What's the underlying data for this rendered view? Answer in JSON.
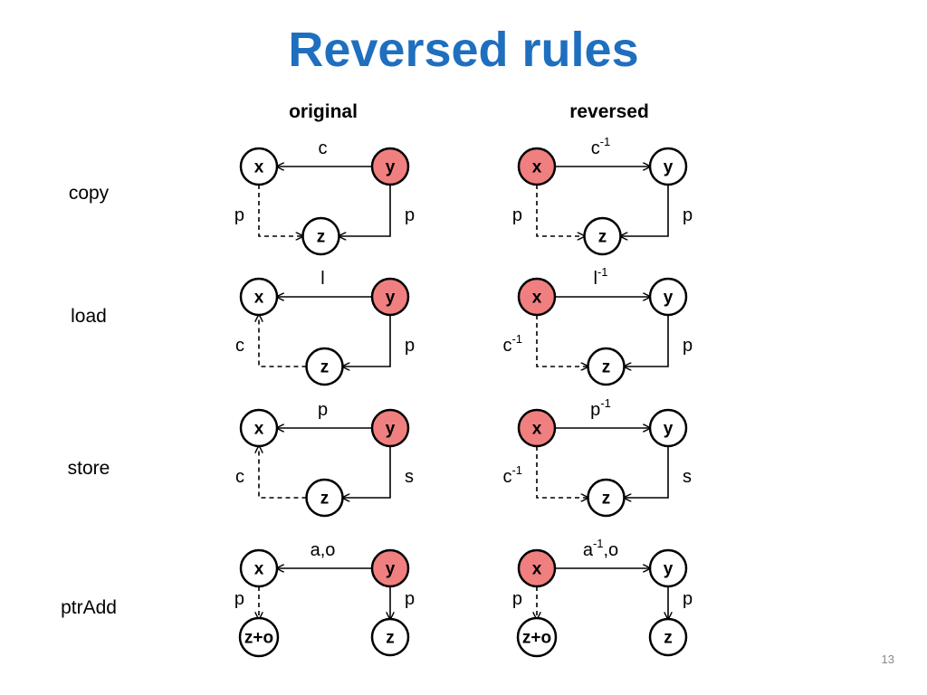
{
  "title": "Reversed rules",
  "columns": {
    "original": "original",
    "reversed": "reversed"
  },
  "rows": [
    {
      "label": "copy",
      "original": {
        "nodes": [
          {
            "id": "x",
            "text": "x",
            "highlighted": false
          },
          {
            "id": "y",
            "text": "y",
            "highlighted": true
          },
          {
            "id": "z",
            "text": "z",
            "highlighted": false
          }
        ],
        "edges": [
          {
            "from": "y",
            "to": "x",
            "label": "c",
            "sup": "",
            "style": "solid"
          },
          {
            "from": "y",
            "to": "z",
            "label": "p",
            "sup": "",
            "style": "solid"
          },
          {
            "from": "x",
            "to": "z",
            "label": "p",
            "sup": "",
            "style": "dashed"
          }
        ]
      },
      "reversed": {
        "nodes": [
          {
            "id": "x",
            "text": "x",
            "highlighted": true
          },
          {
            "id": "y",
            "text": "y",
            "highlighted": false
          },
          {
            "id": "z",
            "text": "z",
            "highlighted": false
          }
        ],
        "edges": [
          {
            "from": "x",
            "to": "y",
            "label": "c",
            "sup": "-1",
            "style": "solid"
          },
          {
            "from": "y",
            "to": "z",
            "label": "p",
            "sup": "",
            "style": "solid"
          },
          {
            "from": "x",
            "to": "z",
            "label": "p",
            "sup": "",
            "style": "dashed"
          }
        ]
      }
    },
    {
      "label": "load",
      "original": {
        "nodes": [
          {
            "id": "x",
            "text": "x",
            "highlighted": false
          },
          {
            "id": "y",
            "text": "y",
            "highlighted": true
          },
          {
            "id": "z",
            "text": "z",
            "highlighted": false
          }
        ],
        "edges": [
          {
            "from": "y",
            "to": "x",
            "label": "l",
            "sup": "",
            "style": "solid"
          },
          {
            "from": "y",
            "to": "z",
            "label": "p",
            "sup": "",
            "style": "solid"
          },
          {
            "from": "z",
            "to": "x",
            "label": "c",
            "sup": "",
            "style": "dashed"
          }
        ]
      },
      "reversed": {
        "nodes": [
          {
            "id": "x",
            "text": "x",
            "highlighted": true
          },
          {
            "id": "y",
            "text": "y",
            "highlighted": false
          },
          {
            "id": "z",
            "text": "z",
            "highlighted": false
          }
        ],
        "edges": [
          {
            "from": "x",
            "to": "y",
            "label": "l",
            "sup": "-1",
            "style": "solid"
          },
          {
            "from": "y",
            "to": "z",
            "label": "p",
            "sup": "",
            "style": "solid"
          },
          {
            "from": "x",
            "to": "z",
            "label": "c",
            "sup": "-1",
            "style": "dashed"
          }
        ]
      }
    },
    {
      "label": "store",
      "original": {
        "nodes": [
          {
            "id": "x",
            "text": "x",
            "highlighted": false
          },
          {
            "id": "y",
            "text": "y",
            "highlighted": true
          },
          {
            "id": "z",
            "text": "z",
            "highlighted": false
          }
        ],
        "edges": [
          {
            "from": "y",
            "to": "x",
            "label": "p",
            "sup": "",
            "style": "solid"
          },
          {
            "from": "y",
            "to": "z",
            "label": "s",
            "sup": "",
            "style": "solid"
          },
          {
            "from": "z",
            "to": "x",
            "label": "c",
            "sup": "",
            "style": "dashed"
          }
        ]
      },
      "reversed": {
        "nodes": [
          {
            "id": "x",
            "text": "x",
            "highlighted": true
          },
          {
            "id": "y",
            "text": "y",
            "highlighted": false
          },
          {
            "id": "z",
            "text": "z",
            "highlighted": false
          }
        ],
        "edges": [
          {
            "from": "x",
            "to": "y",
            "label": "p",
            "sup": "-1",
            "style": "solid"
          },
          {
            "from": "y",
            "to": "z",
            "label": "s",
            "sup": "",
            "style": "solid"
          },
          {
            "from": "x",
            "to": "z",
            "label": "c",
            "sup": "-1",
            "style": "dashed"
          }
        ]
      }
    },
    {
      "label": "ptrAdd",
      "original": {
        "nodes": [
          {
            "id": "x",
            "text": "x",
            "highlighted": false
          },
          {
            "id": "y",
            "text": "y",
            "highlighted": true
          },
          {
            "id": "zo",
            "text": "z+o",
            "highlighted": false
          },
          {
            "id": "z",
            "text": "z",
            "highlighted": false
          }
        ],
        "edges": [
          {
            "from": "y",
            "to": "x",
            "label": "a,o",
            "sup": "",
            "style": "solid"
          },
          {
            "from": "y",
            "to": "z",
            "label": "p",
            "sup": "",
            "style": "solid"
          },
          {
            "from": "x",
            "to": "zo",
            "label": "p",
            "sup": "",
            "style": "dashed"
          }
        ]
      },
      "reversed": {
        "nodes": [
          {
            "id": "x",
            "text": "x",
            "highlighted": true
          },
          {
            "id": "y",
            "text": "y",
            "highlighted": false
          },
          {
            "id": "zo",
            "text": "z+o",
            "highlighted": false
          },
          {
            "id": "z",
            "text": "z",
            "highlighted": false
          }
        ],
        "edges": [
          {
            "from": "x",
            "to": "y",
            "label": "a",
            "sup": "-1",
            "suffix": ",o",
            "style": "solid"
          },
          {
            "from": "y",
            "to": "z",
            "label": "p",
            "sup": "",
            "style": "solid"
          },
          {
            "from": "x",
            "to": "zo",
            "label": "p",
            "sup": "",
            "style": "dashed"
          }
        ]
      }
    }
  ],
  "page_number": "13",
  "colors": {
    "title": "#1f6fbf",
    "highlight": "#f08080",
    "node_fill": "#ffffff"
  }
}
